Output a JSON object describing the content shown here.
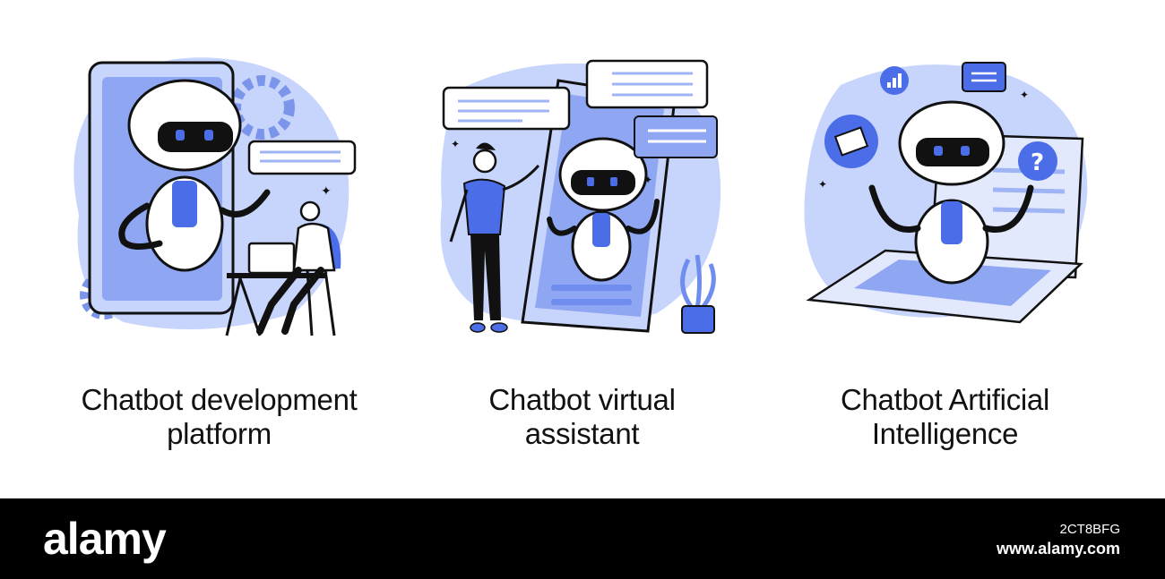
{
  "panels": [
    {
      "caption_line1": "Chatbot development",
      "caption_line2": "platform"
    },
    {
      "caption_line1": "Chatbot virtual",
      "caption_line2": "assistant"
    },
    {
      "caption_line1": "Chatbot Artificial",
      "caption_line2": "Intelligence"
    }
  ],
  "footer": {
    "logo": "alamy",
    "image_id": "2CT8BFG",
    "site": "www.alamy.com"
  },
  "colors": {
    "blue": "#4b6ee8",
    "light_blue": "#c7d4fb",
    "pale_blue": "#e3e9fd",
    "ink": "#111111"
  },
  "icons": {
    "mail": "envelope-icon",
    "question": "question-mark-icon",
    "signal": "signal-bars-icon",
    "gear": "gear-icon"
  }
}
